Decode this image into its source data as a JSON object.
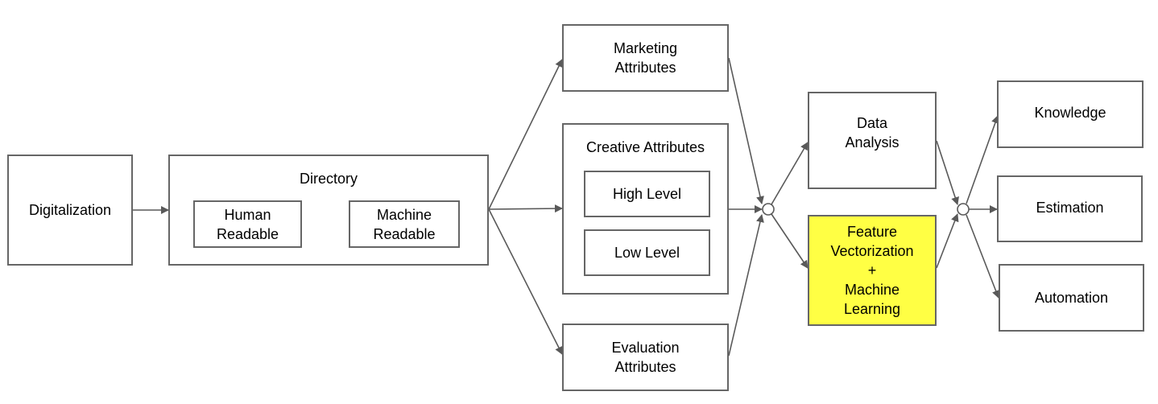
{
  "diagram": {
    "colors": {
      "stroke": "#666666",
      "highlight": "#ffff44",
      "text": "#000000"
    },
    "nodes": {
      "digitalization": "Digitalization",
      "directory": "Directory",
      "human_readable": "Human\nReadable",
      "machine_readable": "Machine\nReadable",
      "marketing": "Marketing\nAttributes",
      "creative": "Creative Attributes",
      "high_level": "High Level",
      "low_level": "Low Level",
      "evaluation": "Evaluation\nAttributes",
      "data_analysis": "Data\nAnalysis",
      "feature_ml": "Feature\nVectorization\n+\nMachine\nLearning",
      "knowledge": "Knowledge",
      "estimation": "Estimation",
      "automation": "Automation"
    },
    "edges": [
      [
        "digitalization",
        "directory"
      ],
      [
        "human_readable",
        "machine_readable"
      ],
      [
        "directory",
        "marketing"
      ],
      [
        "directory",
        "creative"
      ],
      [
        "directory",
        "evaluation"
      ],
      [
        "marketing",
        "junction_1"
      ],
      [
        "creative",
        "junction_1"
      ],
      [
        "evaluation",
        "junction_1"
      ],
      [
        "junction_1",
        "data_analysis"
      ],
      [
        "junction_1",
        "feature_ml"
      ],
      [
        "data_analysis",
        "junction_2"
      ],
      [
        "feature_ml",
        "junction_2"
      ],
      [
        "junction_2",
        "knowledge"
      ],
      [
        "junction_2",
        "estimation"
      ],
      [
        "junction_2",
        "automation"
      ]
    ]
  }
}
